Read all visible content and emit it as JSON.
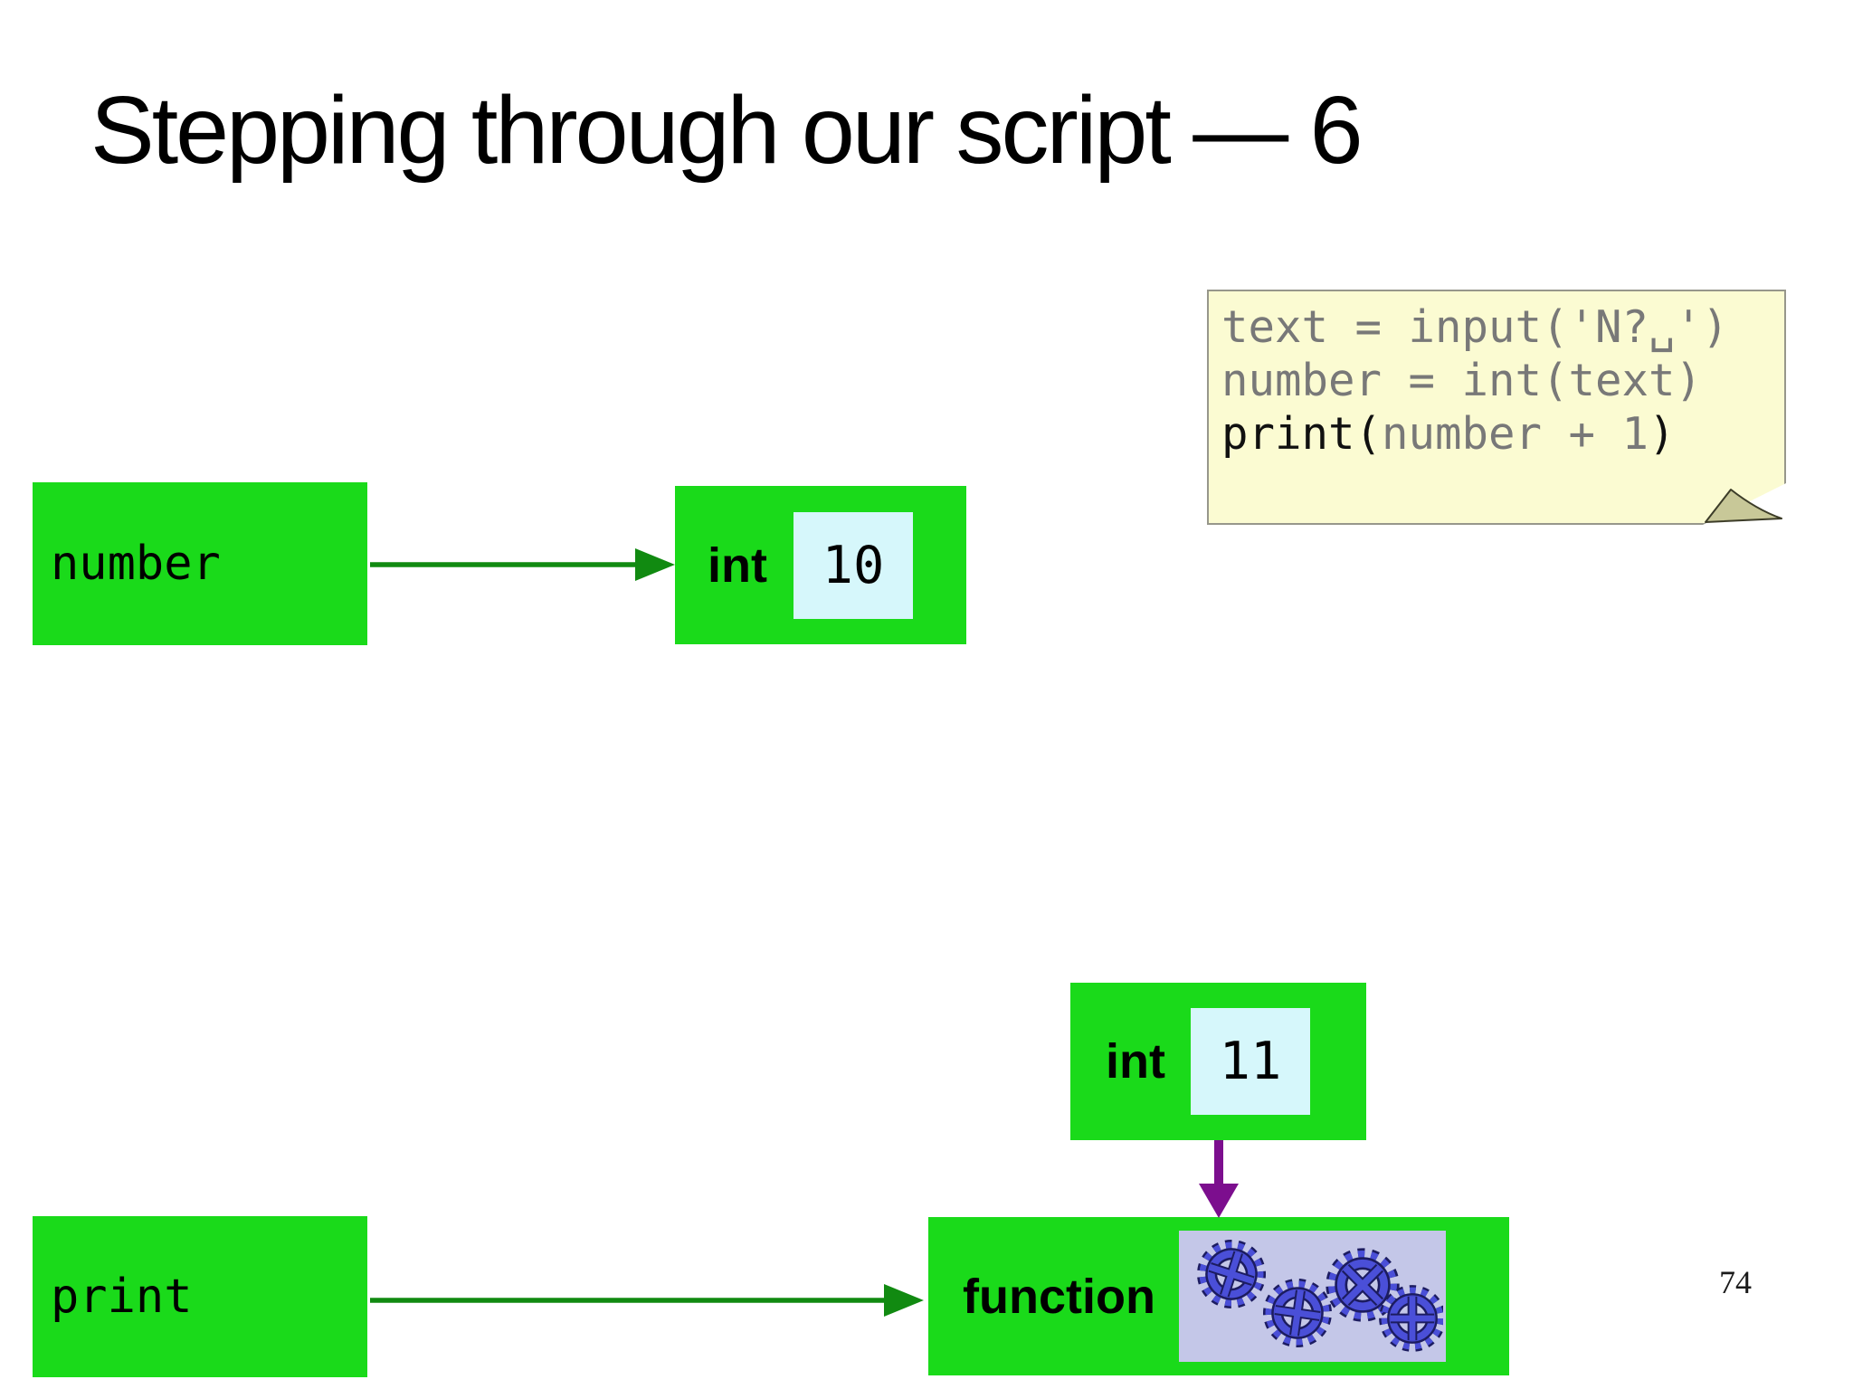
{
  "slide": {
    "title": "Stepping through our script — 6",
    "page_number": "74"
  },
  "sticky_note": {
    "line1": "text = input('N?␣')",
    "line2": "number = int(text)",
    "line3": {
      "active_prefix": "print(",
      "dim_middle": "number + 1",
      "active_suffix": ")"
    }
  },
  "memory_diagram": {
    "number_box": {
      "label": "number"
    },
    "print_box": {
      "label": "print"
    },
    "int10_box": {
      "type_label": "int",
      "value": "10"
    },
    "int11_box": {
      "type_label": "int",
      "value": "11"
    },
    "function_box": {
      "type_label": "function",
      "icon": "gears-icon"
    },
    "arrows": [
      {
        "from": "number",
        "to": "int 10",
        "color": "#118a11",
        "direction": "right"
      },
      {
        "from": "print",
        "to": "function",
        "color": "#118a11",
        "direction": "right"
      },
      {
        "from": "int 11",
        "to": "function",
        "color": "#7c0e8e",
        "direction": "down"
      }
    ]
  },
  "colors": {
    "box_green": "#1ada1a",
    "arrow_green": "#118a11",
    "arrow_purple": "#7c0e8e",
    "value_bg_cyan": "#d6f7fb",
    "note_bg_yellow": "#fbfbd2",
    "note_border_gray": "#97978b",
    "note_fold_olive": "#c8c898",
    "code_dim_gray": "#787878",
    "code_active_black": "#101010",
    "gear_blue": "#4a4fd8",
    "gear_dark_navy": "#1c1c60",
    "gear_panel_lavender": "#c4c7e8"
  }
}
